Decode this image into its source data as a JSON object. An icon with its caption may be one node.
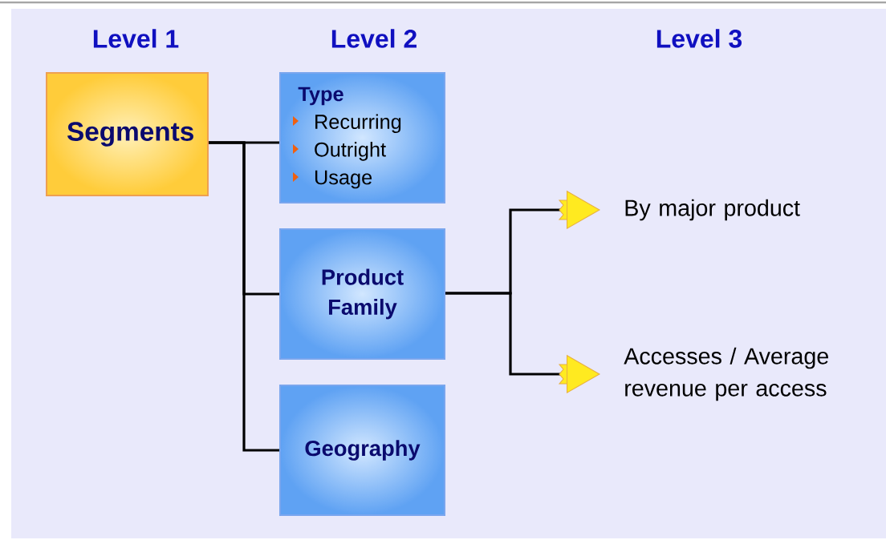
{
  "diagram": {
    "nodes": [
      {
        "text": [
          "Segments"
        ]
      },
      {
        "text": [
          "Type",
          "Recurring",
          "Outright",
          "Usage"
        ]
      },
      {
        "text": [
          "Product Family"
        ]
      },
      {
        "text": [
          "Geography"
        ]
      },
      {
        "text": [
          "By major product"
        ]
      },
      {
        "text": [
          "Accesses / Average revenue per access"
        ]
      }
    ],
    "edges": [
      {
        "from": 0,
        "to": 1,
        "arrow": "none"
      },
      {
        "from": 0,
        "to": 2,
        "arrow": "none"
      },
      {
        "from": 0,
        "to": 3,
        "arrow": "none"
      },
      {
        "from": 2,
        "to": 4,
        "arrow": "to"
      },
      {
        "from": 2,
        "to": 5,
        "arrow": "to"
      }
    ],
    "labels": [
      "Level 1",
      "Level 2",
      "Level 3"
    ]
  }
}
